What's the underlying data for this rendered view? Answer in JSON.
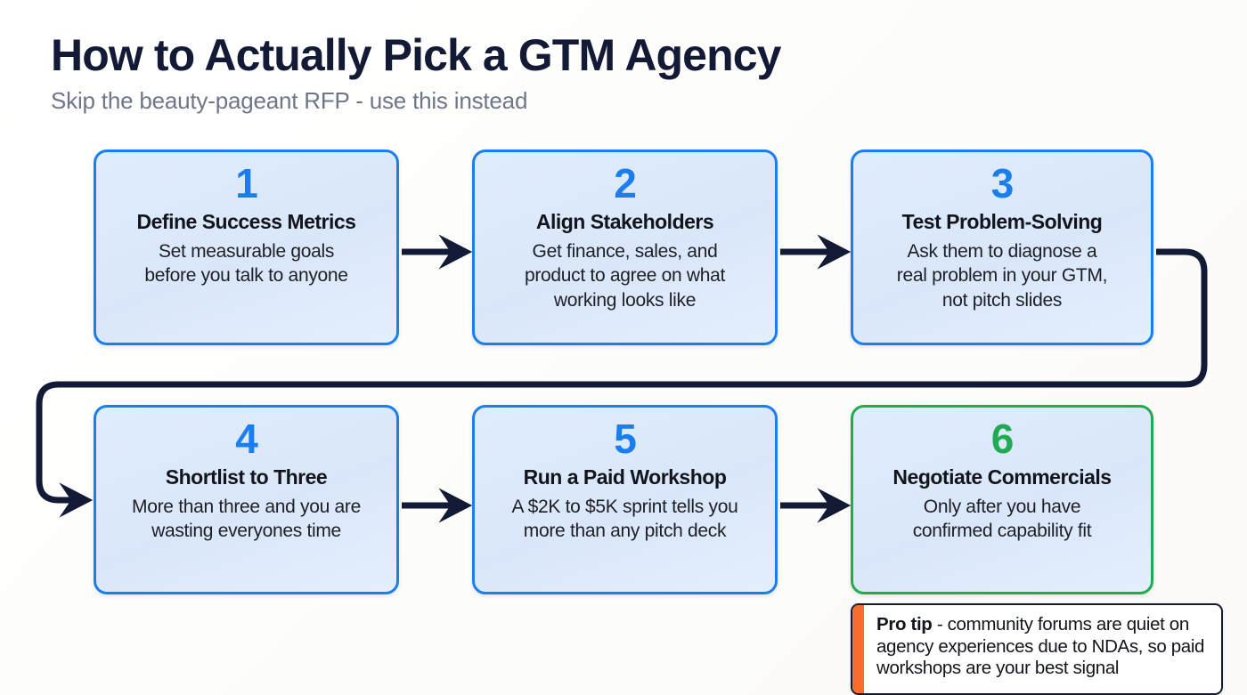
{
  "header": {
    "title": "How to Actually Pick a GTM Agency",
    "subtitle": "Skip the beauty-pageant RFP - use this instead"
  },
  "colors": {
    "accent_blue": "#1a7ef0",
    "accent_green": "#22aa52",
    "accent_orange": "#f96d2a",
    "connector_navy": "#131a35",
    "title_navy": "#131a35",
    "subtitle_gray": "#6f7687",
    "card_fill": "#dde9fb",
    "page_background": "#fdfcfa"
  },
  "steps": [
    {
      "number": "1",
      "title": "Define Success Metrics",
      "description": "Set measurable goals\nbefore you talk to anyone",
      "accent": "blue"
    },
    {
      "number": "2",
      "title": "Align Stakeholders",
      "description": "Get finance, sales, and\nproduct to agree on what\nworking looks like",
      "accent": "blue"
    },
    {
      "number": "3",
      "title": "Test Problem-Solving",
      "description": "Ask them to diagnose a\nreal problem in your GTM,\nnot pitch slides",
      "accent": "blue"
    },
    {
      "number": "4",
      "title": "Shortlist to Three",
      "description": "More than three and you are\nwasting everyones time",
      "accent": "blue"
    },
    {
      "number": "5",
      "title": "Run a Paid Workshop",
      "description": "A $2K to $5K sprint tells you\nmore than any pitch deck",
      "accent": "blue"
    },
    {
      "number": "6",
      "title": "Negotiate Commercials",
      "description": "Only after you have\nconfirmed capability fit",
      "accent": "green"
    }
  ],
  "pro_tip": {
    "label": "Pro tip",
    "text": " - community forums are quiet on agency experiences due to NDAs, so paid workshops are your best signal"
  },
  "connectors": [
    {
      "name": "arrow-1-to-2",
      "type": "straight-arrow-right"
    },
    {
      "name": "arrow-2-to-3",
      "type": "straight-arrow-right"
    },
    {
      "name": "arrow-3-to-4-wrap",
      "type": "wrap-around-arrow"
    },
    {
      "name": "arrow-4-to-5",
      "type": "straight-arrow-right"
    },
    {
      "name": "arrow-5-to-6",
      "type": "straight-arrow-right"
    }
  ]
}
